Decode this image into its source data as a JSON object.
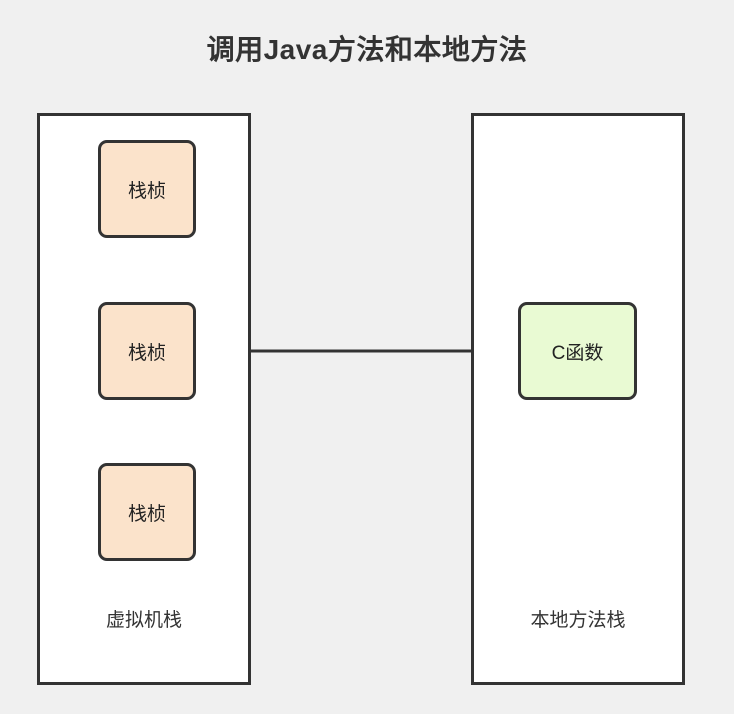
{
  "title": "调用Java方法和本地方法",
  "colors": {
    "page_background": "#f0f0f0",
    "container_fill": "#ffffff",
    "container_border": "#333333",
    "frame_fill": "#fbe3cb",
    "frame_border": "#333333",
    "cfunc_fill": "#e9fad3",
    "cfunc_border": "#333333",
    "edge": "#333333",
    "title_text": "#333333",
    "label_text": "#333333"
  },
  "containers": {
    "vm_stack": {
      "label": "虚拟机栈",
      "frames": [
        {
          "label": "栈桢"
        },
        {
          "label": "栈桢"
        },
        {
          "label": "栈桢"
        }
      ]
    },
    "native_stack": {
      "label": "本地方法栈",
      "nodes": [
        {
          "label": "C函数"
        }
      ]
    }
  },
  "edges": [
    {
      "name": "frame1-to-frame2",
      "from": "栈桢",
      "to": "栈桢",
      "direction": "down",
      "arrowhead": true
    },
    {
      "name": "frame2-to-frame3",
      "from": "栈桢",
      "to": "栈桢",
      "direction": "down",
      "arrowhead": true
    },
    {
      "name": "frame2-to-cfunc",
      "from": "栈桢",
      "to": "C函数",
      "direction": "right",
      "arrowhead": true
    }
  ]
}
